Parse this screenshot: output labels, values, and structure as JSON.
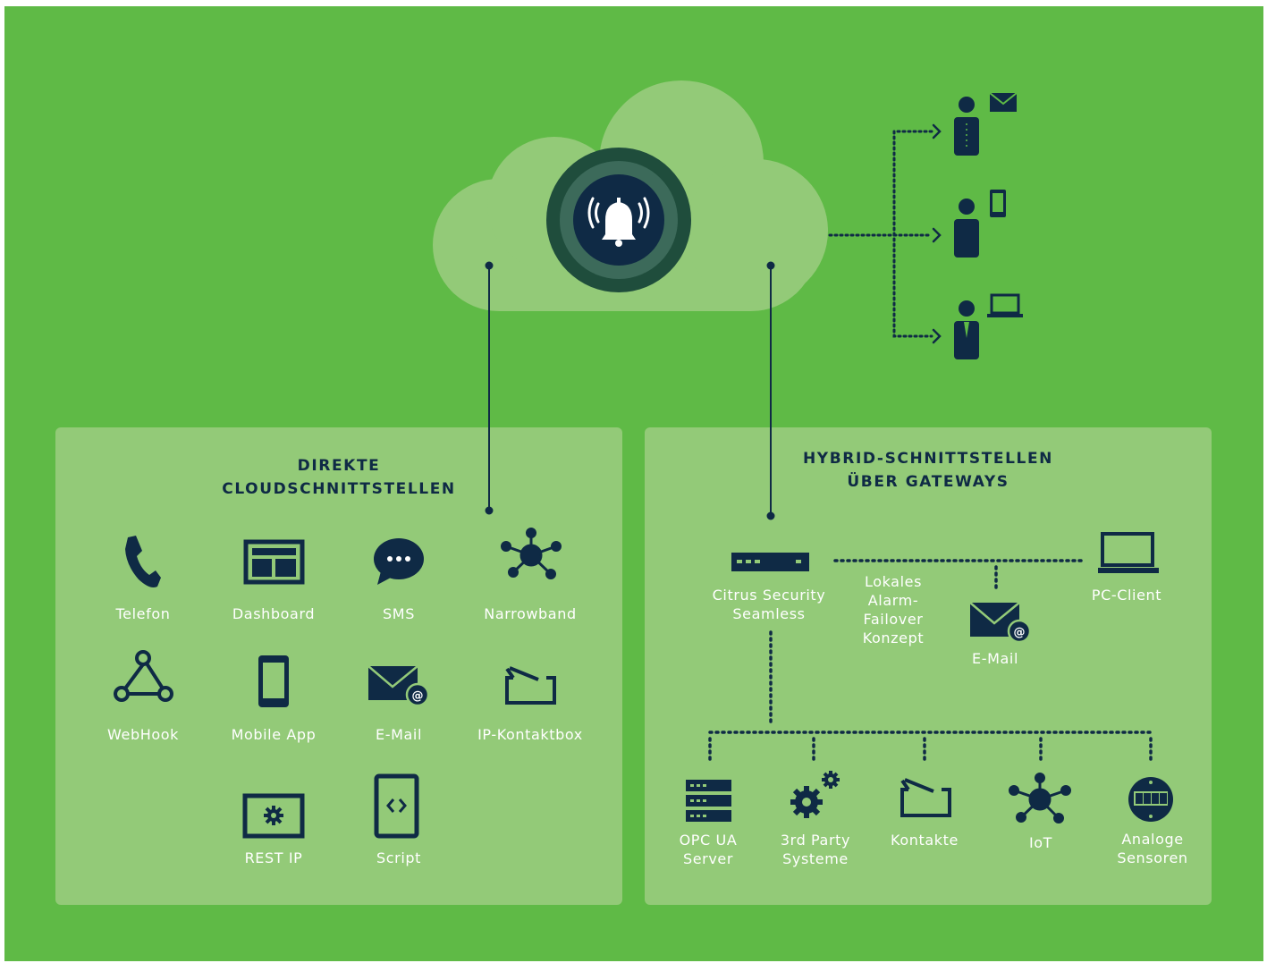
{
  "colors": {
    "background": "#5fba46",
    "panel": "#93ca78",
    "dark_navy": "#0f2a45",
    "label_white": "#ffffff"
  },
  "left_panel": {
    "title": "DIREKTE\nCLOUDSCHNITTSTELLEN",
    "items": [
      {
        "icon": "phone-icon",
        "label": "Telefon"
      },
      {
        "icon": "dashboard-icon",
        "label": "Dashboard"
      },
      {
        "icon": "sms-bubble-icon",
        "label": "SMS"
      },
      {
        "icon": "narrowband-network-icon",
        "label": "Narrowband"
      },
      {
        "icon": "webhook-icon",
        "label": "WebHook"
      },
      {
        "icon": "mobile-phone-icon",
        "label": "Mobile App"
      },
      {
        "icon": "email-at-icon",
        "label": "E-Mail"
      },
      {
        "icon": "contact-switch-icon",
        "label": "IP-Kontaktbox"
      },
      {
        "icon": "rest-gear-icon",
        "label": "REST IP"
      },
      {
        "icon": "script-code-icon",
        "label": "Script"
      }
    ]
  },
  "right_panel": {
    "title": "HYBRID-SCHNITTSTELLEN\nÜBER GATEWAYS",
    "gateway_label": "Citrus Security\nSeamless",
    "failover_label": "Lokales\nAlarm-\nFailover\nKonzept",
    "pc_client_label": "PC-Client",
    "email_label": "E-Mail",
    "sources": [
      {
        "icon": "server-stack-icon",
        "label": "OPC UA\nServer"
      },
      {
        "icon": "gears-icon",
        "label": "3rd Party\nSysteme"
      },
      {
        "icon": "contact-switch-icon",
        "label": "Kontakte"
      },
      {
        "icon": "iot-network-icon",
        "label": "IoT"
      },
      {
        "icon": "meter-gauge-icon",
        "label": "Analoge\nSensoren"
      }
    ]
  },
  "recipients": [
    {
      "icon": "person-email-icon",
      "device": "envelope-icon"
    },
    {
      "icon": "person-mobile-icon",
      "device": "smartphone-icon"
    },
    {
      "icon": "person-laptop-icon",
      "device": "laptop-icon"
    }
  ]
}
